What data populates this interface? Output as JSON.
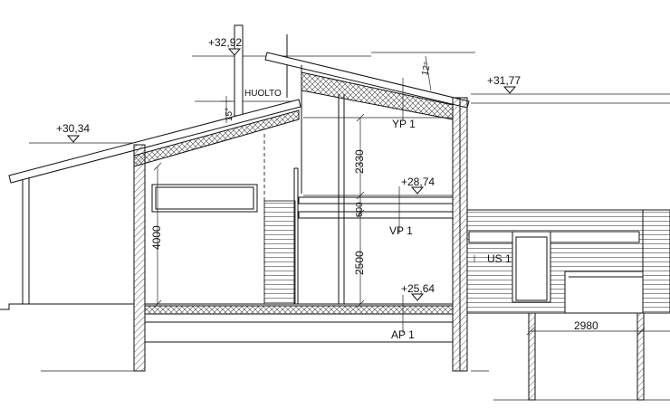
{
  "elevations": {
    "top": "+32,92",
    "right_roof": "+31,77",
    "left_roof": "+30,34",
    "upper_floor": "+28,74",
    "ground_floor": "+25,64"
  },
  "angles": {
    "left": "15°",
    "right": "12°"
  },
  "labels": {
    "huolto": "HUOLTO",
    "yp": "YP 1",
    "vp": "VP 1",
    "us": "US 1",
    "ap": "AP 1"
  },
  "dimensions": {
    "d2330": "2330",
    "d600": "600",
    "d2500": "2500",
    "d4000": "4000",
    "d2980": "2980"
  }
}
